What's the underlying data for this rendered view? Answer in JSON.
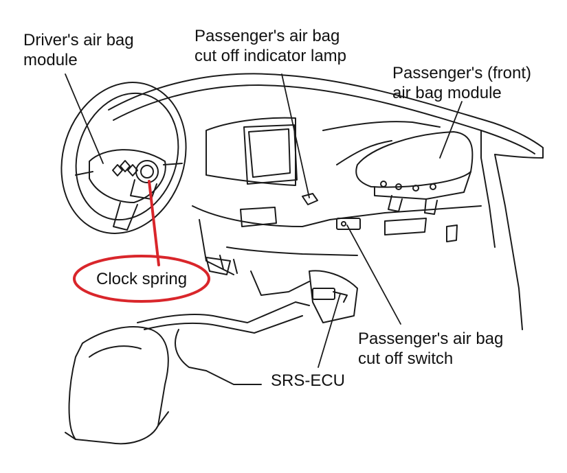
{
  "labels": {
    "driver_airbag": [
      "Driver's air bag",
      "module"
    ],
    "passenger_indicator": [
      "Passenger's air bag",
      "cut off indicator lamp"
    ],
    "passenger_front_airbag": [
      "Passenger's (front)",
      "air bag module"
    ],
    "clock_spring": "Clock spring",
    "passenger_switch": [
      "Passenger's air bag",
      "cut off switch"
    ],
    "srs_ecu": "SRS-ECU"
  },
  "colors": {
    "line": "#1a1a1a",
    "highlight": "#d9262b",
    "background": "#ffffff"
  },
  "icons": {
    "logo": "three-diamond-emblem"
  }
}
